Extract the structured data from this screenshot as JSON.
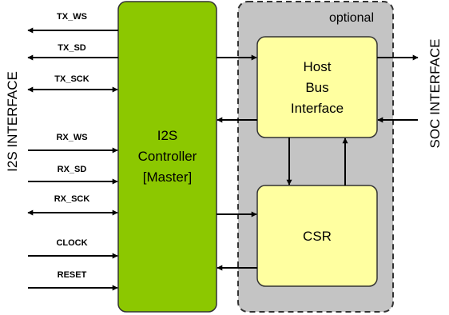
{
  "left_interface_label": "I2S INTERFACE",
  "right_interface_label": "SOC INTERFACE",
  "optional_label": "optional",
  "controller": {
    "lines": [
      "I2S",
      "Controller",
      "[Master]"
    ]
  },
  "host_bus": {
    "lines": [
      "Host",
      "Bus",
      "Interface"
    ]
  },
  "csr": {
    "label": "CSR"
  },
  "signals": {
    "tx_ws": "TX_WS",
    "tx_sd": "TX_SD",
    "tx_sck": "TX_SCK",
    "rx_ws": "RX_WS",
    "rx_sd": "RX_SD",
    "rx_sck": "RX_SCK",
    "clock": "CLOCK",
    "reset": "RESET"
  },
  "colors": {
    "controller_fill": "#8cc800",
    "block_fill": "#ffffa0",
    "optional_fill": "#c4c4c4",
    "stroke": "#333333"
  }
}
